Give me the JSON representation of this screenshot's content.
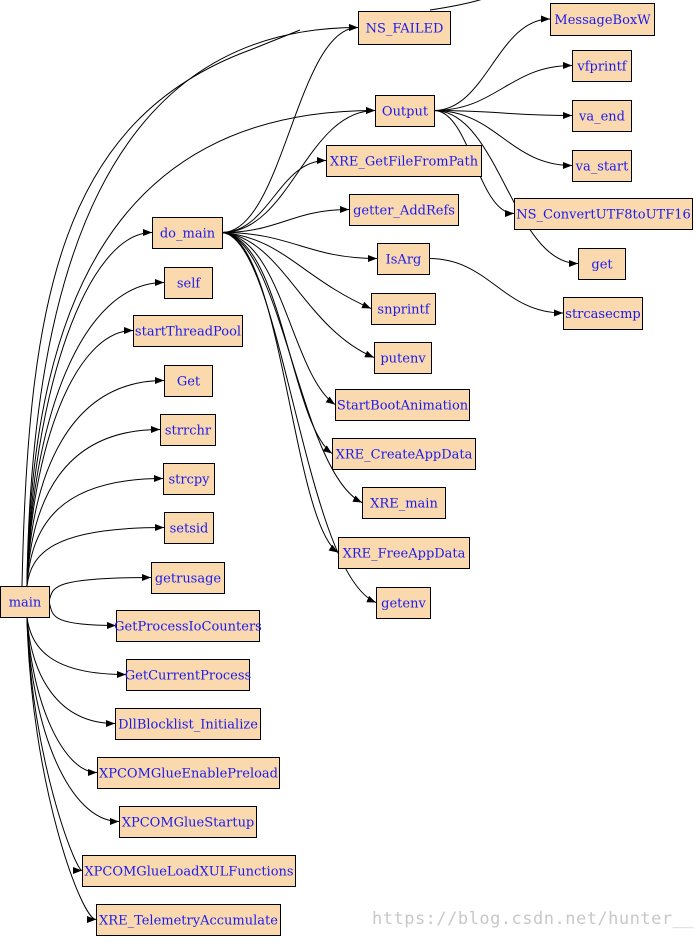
{
  "graph": {
    "root": "main",
    "colors": {
      "node_fill": "#fad9af",
      "node_text": "#1a1aee",
      "edge": "#000000"
    },
    "nodes": [
      {
        "id": "main",
        "label": "main"
      },
      {
        "id": "do_main",
        "label": "do_main"
      },
      {
        "id": "self",
        "label": "self"
      },
      {
        "id": "startThreadPool",
        "label": "startThreadPool"
      },
      {
        "id": "Get",
        "label": "Get"
      },
      {
        "id": "strrchr",
        "label": "strrchr"
      },
      {
        "id": "strcpy",
        "label": "strcpy"
      },
      {
        "id": "setsid",
        "label": "setsid"
      },
      {
        "id": "getrusage",
        "label": "getrusage"
      },
      {
        "id": "GetProcessIoCounters",
        "label": "GetProcessIoCounters"
      },
      {
        "id": "GetCurrentProcess",
        "label": "GetCurrentProcess"
      },
      {
        "id": "DllBlocklist_Initialize",
        "label": "DllBlocklist_Initialize"
      },
      {
        "id": "XPCOMGlueEnablePreload",
        "label": "XPCOMGlueEnablePreload"
      },
      {
        "id": "XPCOMGlueStartup",
        "label": "XPCOMGlueStartup"
      },
      {
        "id": "XPCOMGlueLoadXULFunctions",
        "label": "XPCOMGlueLoadXULFunctions"
      },
      {
        "id": "XRE_TelemetryAccumulate",
        "label": "XRE_TelemetryAccumulate"
      },
      {
        "id": "NS_FAILED",
        "label": "NS_FAILED"
      },
      {
        "id": "Output",
        "label": "Output"
      },
      {
        "id": "XRE_GetFileFromPath",
        "label": "XRE_GetFileFromPath"
      },
      {
        "id": "getter_AddRefs",
        "label": "getter_AddRefs"
      },
      {
        "id": "IsArg",
        "label": "IsArg"
      },
      {
        "id": "snprintf",
        "label": "snprintf"
      },
      {
        "id": "putenv",
        "label": "putenv"
      },
      {
        "id": "StartBootAnimation",
        "label": "StartBootAnimation"
      },
      {
        "id": "XRE_CreateAppData",
        "label": "XRE_CreateAppData"
      },
      {
        "id": "XRE_main",
        "label": "XRE_main"
      },
      {
        "id": "XRE_FreeAppData",
        "label": "XRE_FreeAppData"
      },
      {
        "id": "getenv",
        "label": "getenv"
      },
      {
        "id": "MessageBoxW",
        "label": "MessageBoxW"
      },
      {
        "id": "vfprintf",
        "label": "vfprintf"
      },
      {
        "id": "va_end",
        "label": "va_end"
      },
      {
        "id": "va_start",
        "label": "va_start"
      },
      {
        "id": "NS_ConvertUTF8toUTF16",
        "label": "NS_ConvertUTF8toUTF16"
      },
      {
        "id": "get",
        "label": "get"
      },
      {
        "id": "strcasecmp",
        "label": "strcasecmp"
      }
    ],
    "edges": [
      [
        "main",
        "NS_FAILED"
      ],
      [
        "main",
        "Output"
      ],
      [
        "main",
        "do_main"
      ],
      [
        "main",
        "self"
      ],
      [
        "main",
        "startThreadPool"
      ],
      [
        "main",
        "Get"
      ],
      [
        "main",
        "strrchr"
      ],
      [
        "main",
        "strcpy"
      ],
      [
        "main",
        "setsid"
      ],
      [
        "main",
        "getrusage"
      ],
      [
        "main",
        "GetProcessIoCounters"
      ],
      [
        "main",
        "GetCurrentProcess"
      ],
      [
        "main",
        "DllBlocklist_Initialize"
      ],
      [
        "main",
        "XPCOMGlueEnablePreload"
      ],
      [
        "main",
        "XPCOMGlueStartup"
      ],
      [
        "main",
        "XPCOMGlueLoadXULFunctions"
      ],
      [
        "main",
        "XRE_TelemetryAccumulate"
      ],
      [
        "do_main",
        "NS_FAILED"
      ],
      [
        "do_main",
        "Output"
      ],
      [
        "do_main",
        "XRE_GetFileFromPath"
      ],
      [
        "do_main",
        "getter_AddRefs"
      ],
      [
        "do_main",
        "IsArg"
      ],
      [
        "do_main",
        "snprintf"
      ],
      [
        "do_main",
        "putenv"
      ],
      [
        "do_main",
        "StartBootAnimation"
      ],
      [
        "do_main",
        "XRE_CreateAppData"
      ],
      [
        "do_main",
        "XRE_main"
      ],
      [
        "do_main",
        "XRE_FreeAppData"
      ],
      [
        "do_main",
        "getenv"
      ],
      [
        "Output",
        "MessageBoxW"
      ],
      [
        "Output",
        "vfprintf"
      ],
      [
        "Output",
        "va_end"
      ],
      [
        "Output",
        "va_start"
      ],
      [
        "Output",
        "NS_ConvertUTF8toUTF16"
      ],
      [
        "Output",
        "get"
      ],
      [
        "IsArg",
        "strcasecmp"
      ]
    ]
  },
  "watermark": "https://blog.csdn.net/hunter___"
}
